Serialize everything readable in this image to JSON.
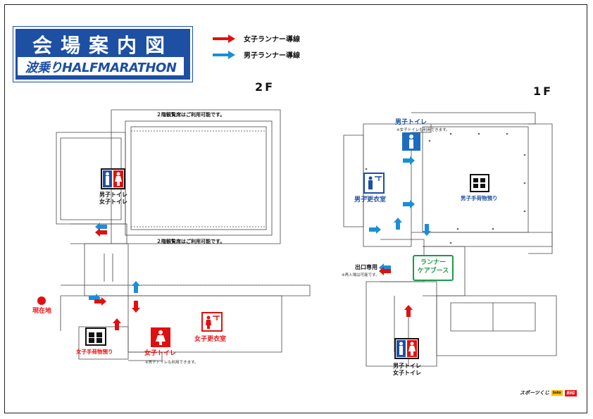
{
  "title": "会場案内図",
  "subtitle": "波乗りHALFMARATHON",
  "legend": [
    {
      "label": "女子ランナー導線",
      "color": "#e11010"
    },
    {
      "label": "男子ランナー導線",
      "color": "#1a8fd8"
    }
  ],
  "floors": {
    "second": "2F",
    "first": "1F"
  },
  "second_floor": {
    "seating_top": "２階観覧席はご利用可能です。",
    "seating_bottom": "２階観覧席はご利用可能です。",
    "restroom_mixed": {
      "line1": "男子トイレ",
      "line2": "女子トイレ"
    },
    "current_location": "現在地",
    "womens_luggage": "女子手荷物預り",
    "womens_toilet": "女子トイレ",
    "womens_toilet_note": "※男子トイレも利用できます。",
    "womens_changing": "女子更衣室"
  },
  "first_floor": {
    "mens_toilet": "男子トイレ",
    "mens_toilet_note": "※女子トイレも利用できます。",
    "mens_changing": "男子更衣室",
    "mens_luggage": "男子手荷物預り",
    "exit_only": "出口専用",
    "exit_note": "※再入場は可能です。",
    "runner_care": {
      "line1": "ランナー",
      "line2": "ケアブース"
    },
    "restroom_mixed": {
      "line1": "男子トイレ",
      "line2": "女子トイレ"
    }
  },
  "sponsor": {
    "text": "スポーツくじ",
    "badge1": "toto",
    "badge2": "BIG"
  },
  "icons": [
    "person-male-icon",
    "person-female-icon",
    "luggage-icon",
    "changing-room-icon",
    "arrow-icon"
  ]
}
